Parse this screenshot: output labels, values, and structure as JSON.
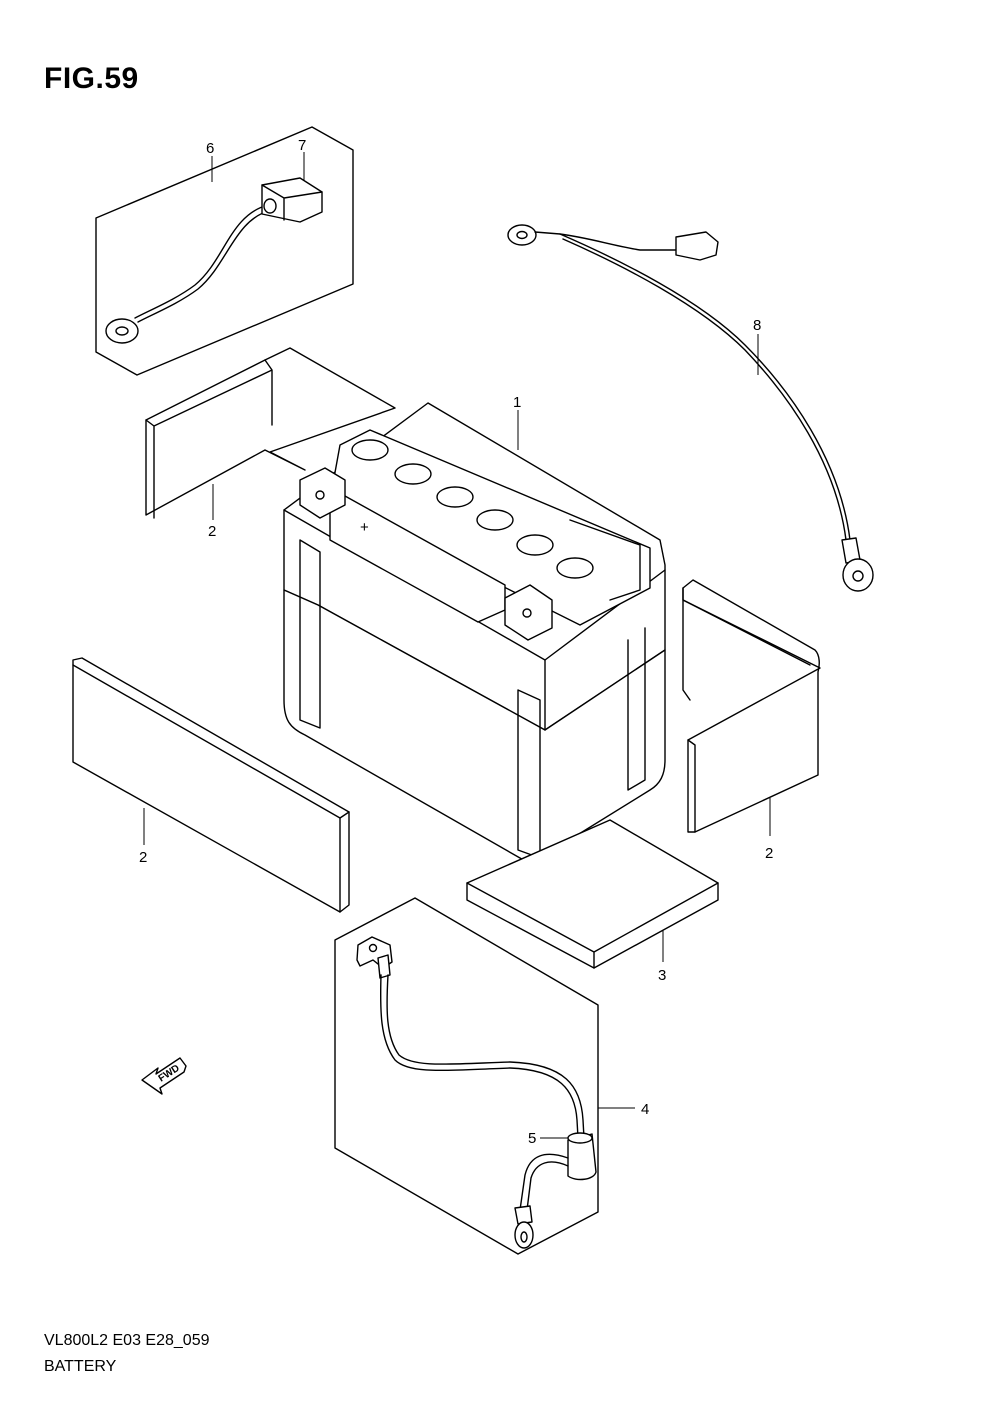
{
  "figure": {
    "title": "FIG.59",
    "code": "VL800L2 E03 E28_059",
    "name": "BATTERY"
  },
  "callouts": {
    "battery": "1",
    "pad_left_top": "2",
    "pad_left_bottom": "2",
    "pad_right": "2",
    "pad_bottom": "3",
    "lead_wire_assy": "4",
    "terminal_cap": "5",
    "lead_wire_left": "6",
    "cap_small": "7",
    "lead_wire_right": "8"
  },
  "direction_mark": "FWD"
}
